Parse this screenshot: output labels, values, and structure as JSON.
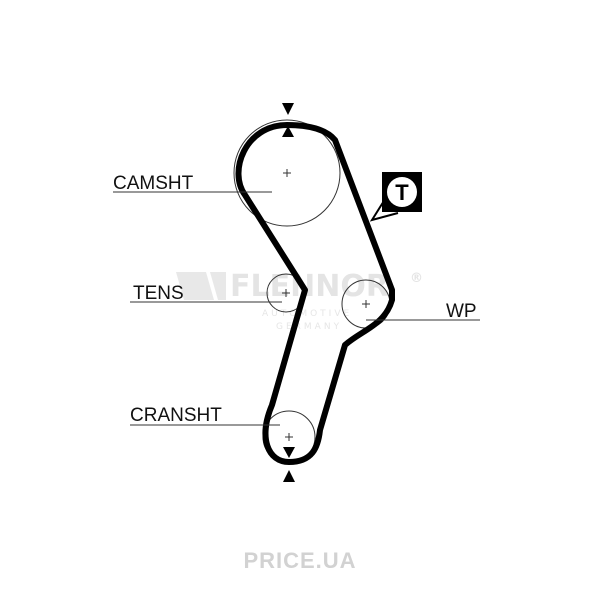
{
  "diagram": {
    "labels": {
      "camshaft": "CAMSHT",
      "tensioner": "TENS",
      "water_pump": "WP",
      "crankshaft": "CRANSHT"
    },
    "timing_marker": "T"
  },
  "watermark": {
    "brand": "FLENNOR",
    "registered": "®",
    "line1": "AUTOMOTIVE",
    "line2": "GERMANY"
  },
  "footer": {
    "site": "PRICE.UA"
  }
}
